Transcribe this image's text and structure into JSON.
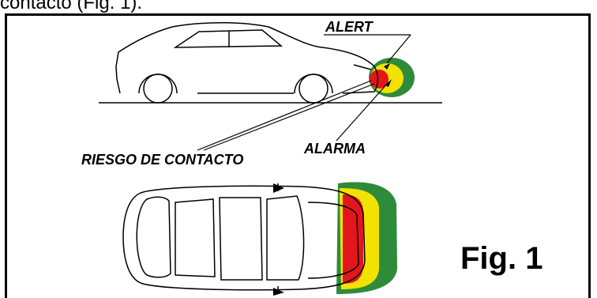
{
  "caption": "contacto (Fig. 1).",
  "labels": {
    "alert": "ALERT",
    "risk": "RIESGO DE CONTACTO",
    "alarm": "ALARMA"
  },
  "figure_label": "Fig. 1",
  "zone_colors": {
    "alert": "#2e8b3a",
    "alarm": "#f2e200",
    "risk": "#e2161b"
  }
}
